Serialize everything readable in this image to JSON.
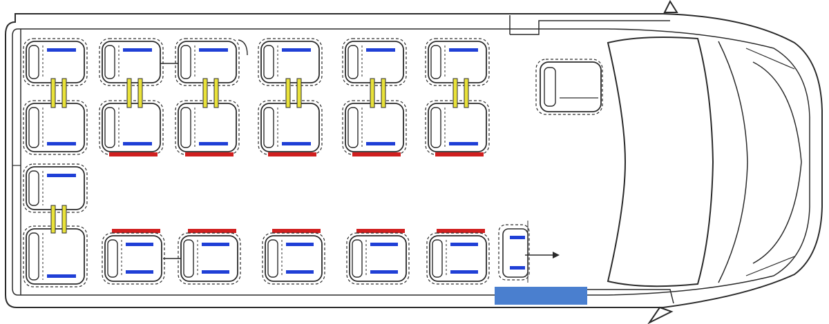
{
  "diagram": {
    "colors": {
      "outline": "#2a2a2a",
      "seat_stripe": "#1f3fd6",
      "seat_connector": "#e9e23a",
      "seat_bar": "#d01f1f",
      "door_step": "#4a7fcf",
      "background": "#ffffff"
    },
    "vehicle": "minibus-floor-plan-top-view",
    "seat_rows": {
      "upper_left_column": {
        "pairs": 1,
        "connectors_per_pair": 2
      },
      "upper_row_pairs": 5,
      "lower_left_pair": 1,
      "lower_row_seats": 5,
      "folding_seat": 1,
      "driver_seat": 1,
      "total_seats": 20
    },
    "icons": [
      "arrow-right-icon",
      "side-mirror-icon"
    ]
  }
}
